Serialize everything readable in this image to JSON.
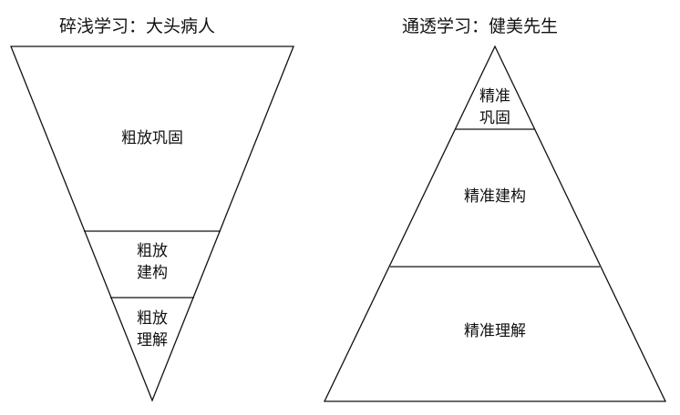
{
  "left_diagram": {
    "title": "碎浅学习：大头病人",
    "shape": "inverted-triangle",
    "layers": [
      {
        "label": "粗放巩固"
      },
      {
        "label": "粗放\n建构"
      },
      {
        "label": "粗放\n理解"
      }
    ]
  },
  "right_diagram": {
    "title": "通透学习：健美先生",
    "shape": "triangle",
    "layers": [
      {
        "label": "精准\n巩固"
      },
      {
        "label": "精准建构"
      },
      {
        "label": "精准理解"
      }
    ]
  },
  "colors": {
    "stroke": "#111111",
    "background": "#ffffff"
  }
}
